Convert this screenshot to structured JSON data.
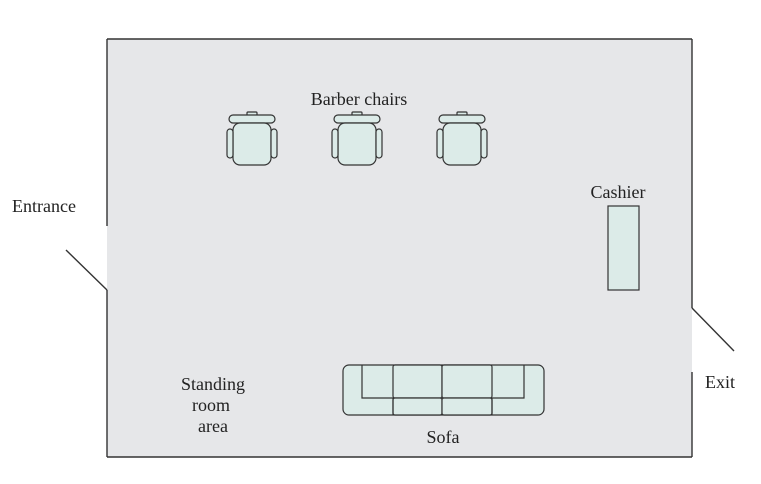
{
  "labels": {
    "barber_chairs": "Barber chairs",
    "entrance": "Entrance",
    "cashier": "Cashier",
    "exit": "Exit",
    "standing_line1": "Standing",
    "standing_line2": "room",
    "standing_line3": "area",
    "sofa": "Sofa"
  },
  "colors": {
    "floor": "#e6e7e9",
    "furniture": "#dcebe8",
    "outline": "#333333",
    "text": "#222222"
  }
}
